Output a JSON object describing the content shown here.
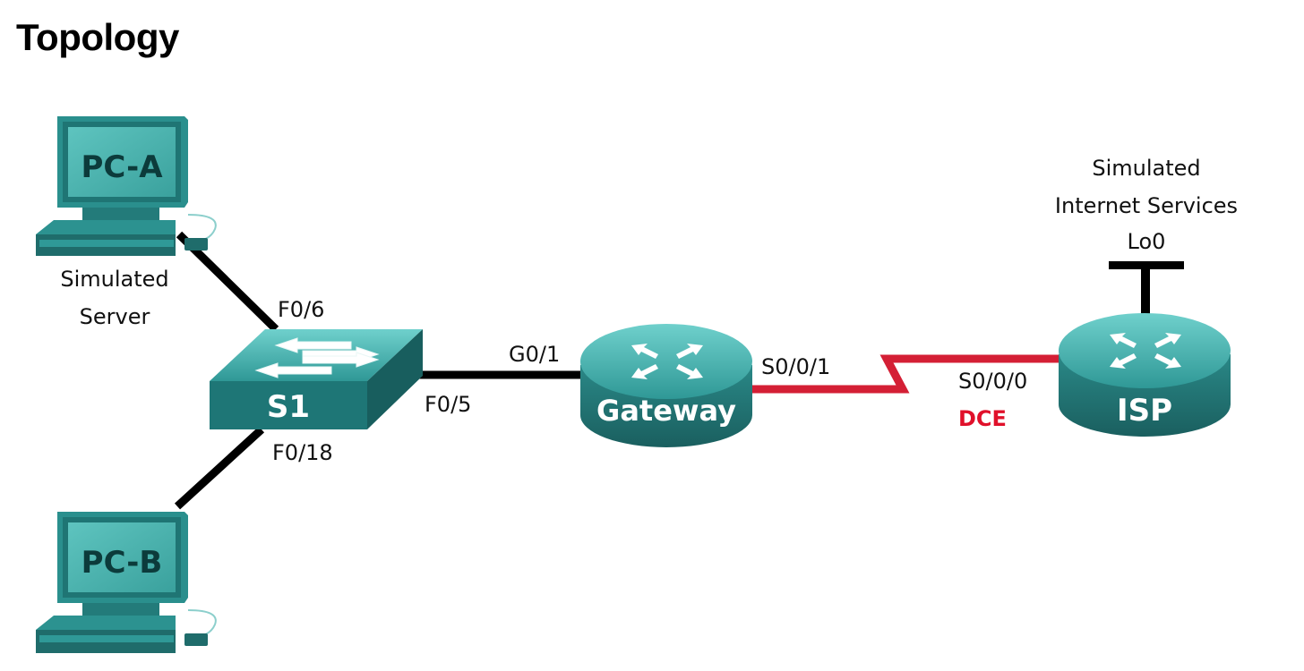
{
  "heading": "Topology",
  "colors": {
    "teal_dark": "#1e6f6f",
    "teal": "#2c8f8e",
    "teal_light": "#5fc6c3",
    "serial_link": "#d41f35",
    "dce_label": "#e0102a",
    "ethernet_link": "#000000"
  },
  "devices": {
    "pc_a": {
      "name": "PC-A",
      "caption_line1": "Simulated",
      "caption_line2": "Server",
      "icon": "desktop-pc-icon"
    },
    "pc_b": {
      "name": "PC-B",
      "icon": "desktop-pc-icon"
    },
    "s1": {
      "name": "S1",
      "icon": "switch-icon"
    },
    "gateway": {
      "name": "Gateway",
      "icon": "router-icon"
    },
    "isp": {
      "name": "ISP",
      "icon": "router-icon"
    }
  },
  "interfaces": {
    "s1_f06": "F0/6",
    "s1_f018": "F0/18",
    "s1_f05": "F0/5",
    "gateway_g01": "G0/1",
    "gateway_s001": "S0/0/1",
    "isp_s000": "S0/0/0",
    "dce": "DCE",
    "isp_lo0": "Lo0"
  },
  "internet_services": {
    "line1": "Simulated",
    "line2": "Internet Services"
  }
}
